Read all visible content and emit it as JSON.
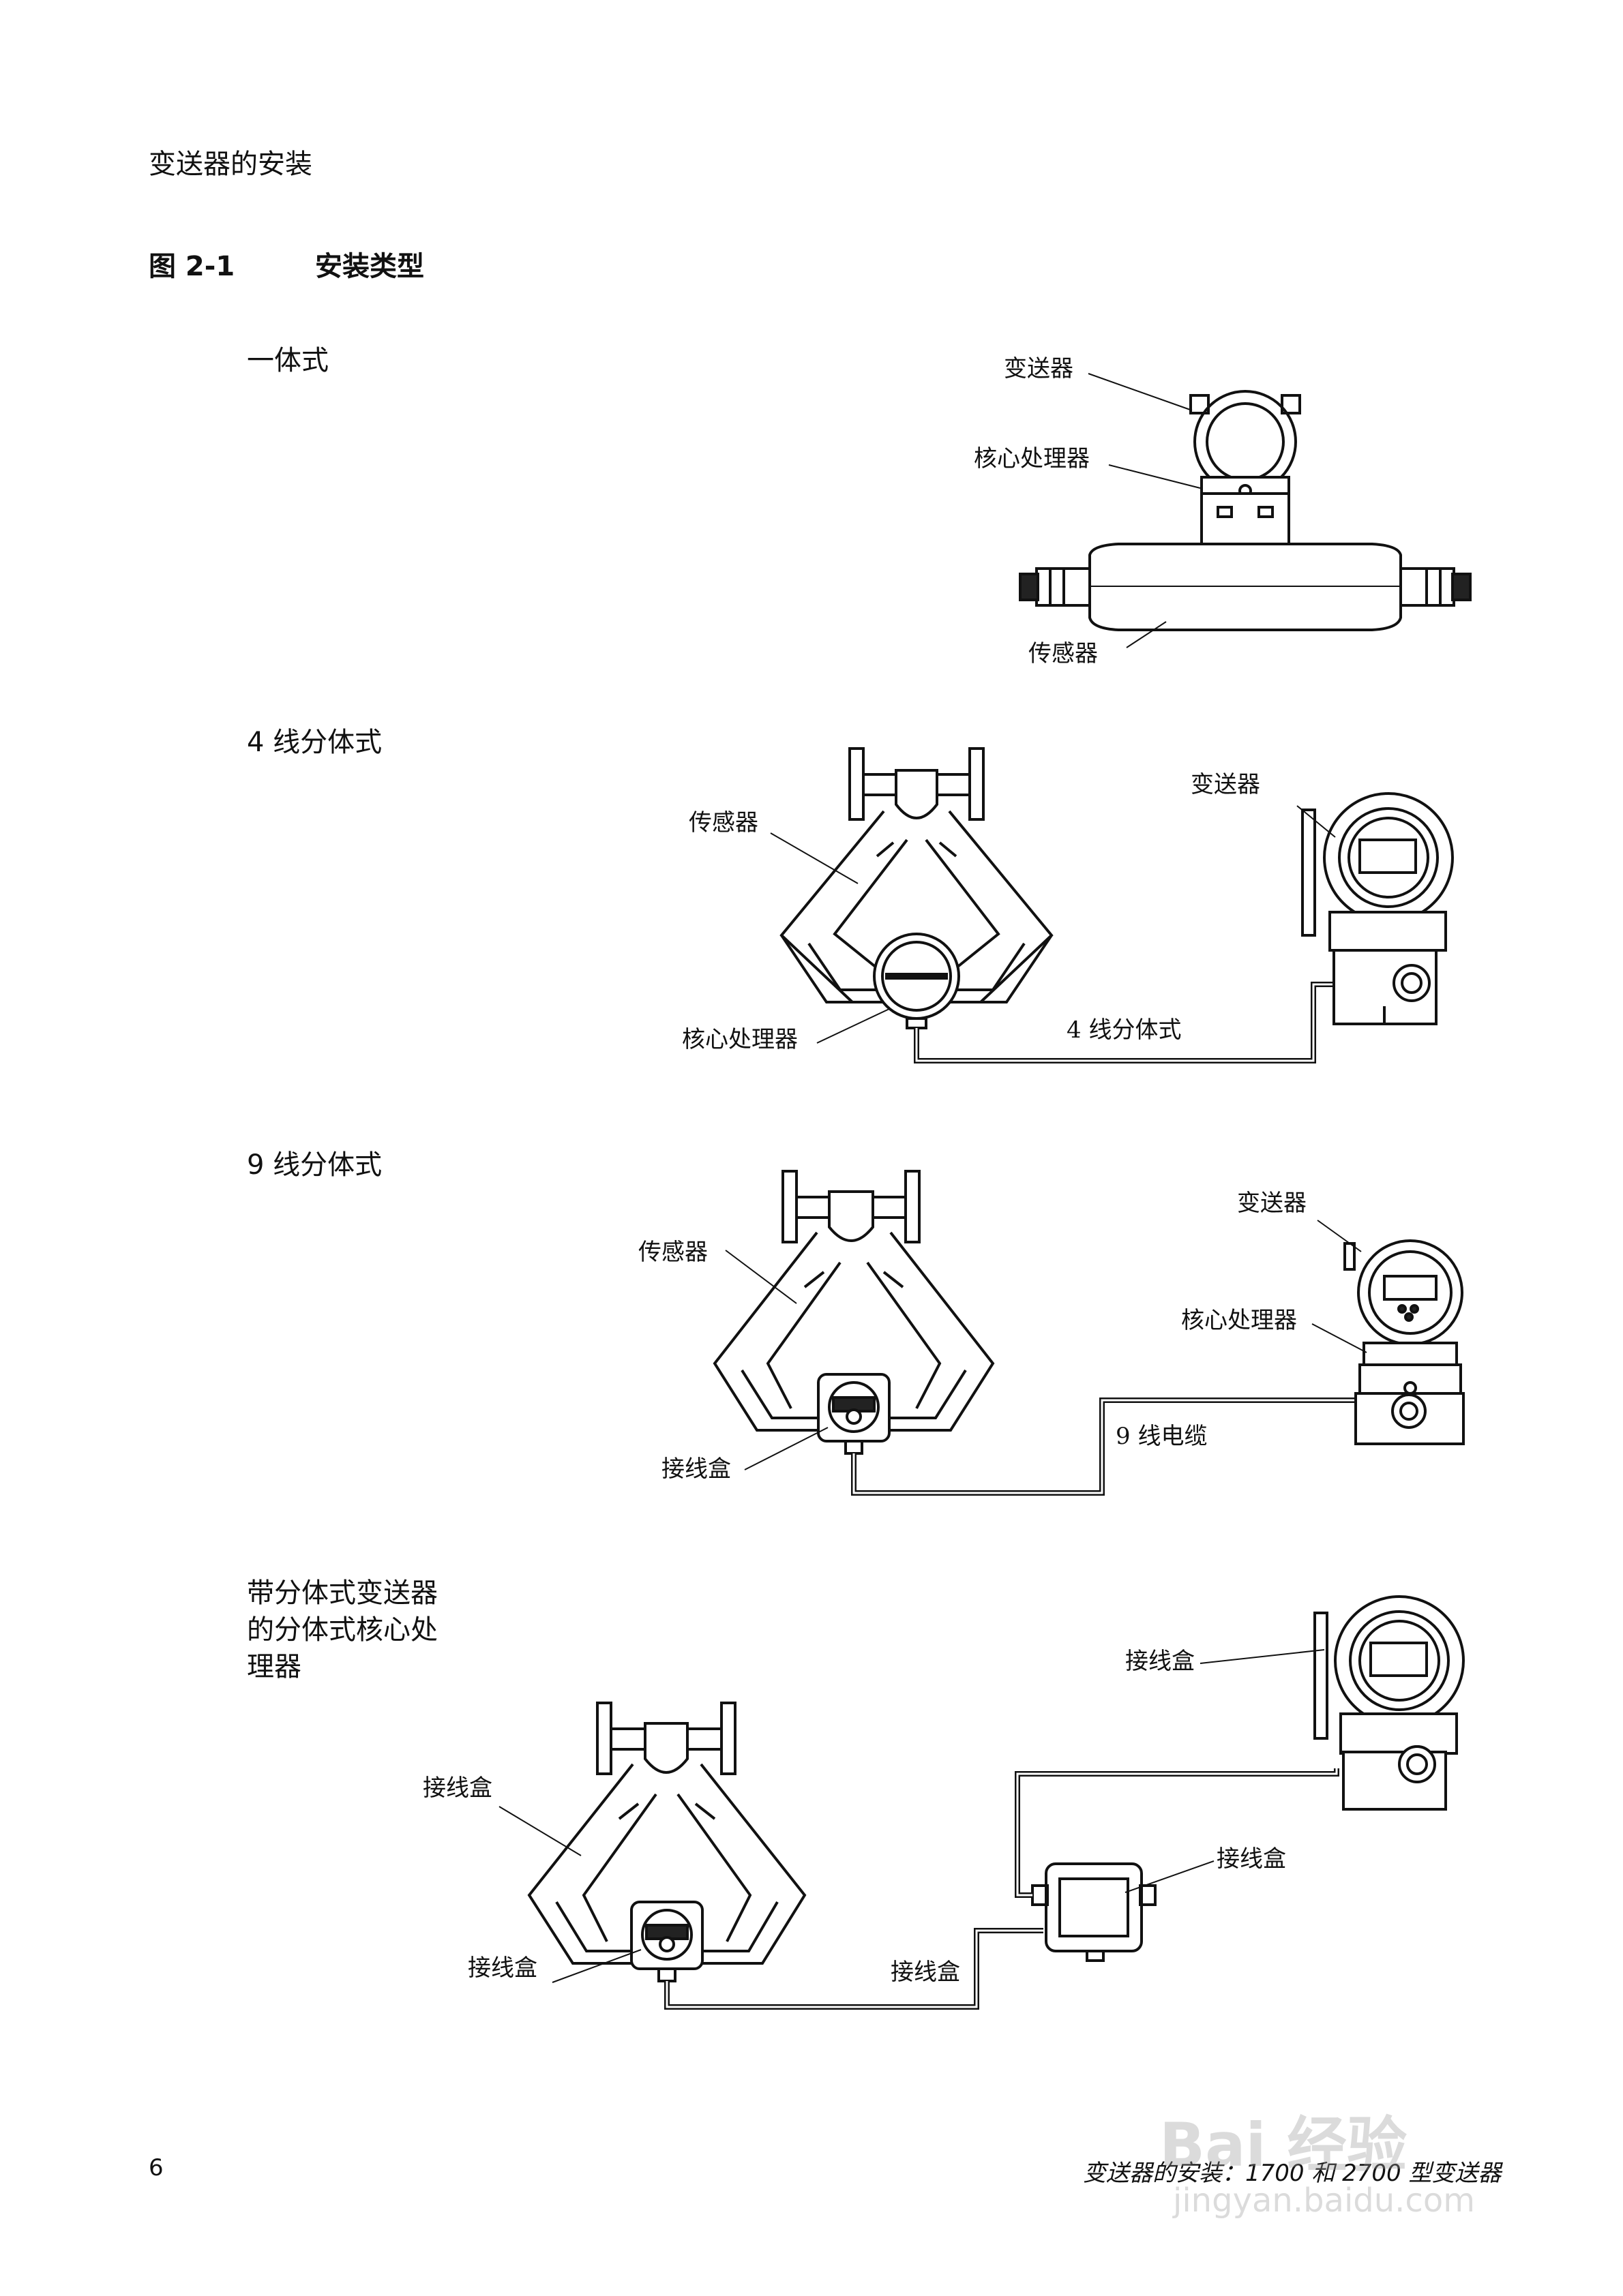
{
  "header": {
    "running_head": "变送器的安装"
  },
  "figure": {
    "number": "图 2-1",
    "title": "安装类型"
  },
  "sections": {
    "integral": {
      "title": "一体式",
      "labels": {
        "transmitter": "变送器",
        "core_processor": "核心处理器",
        "sensor": "传感器"
      }
    },
    "four_wire": {
      "title": "4 线分体式",
      "labels": {
        "sensor": "传感器",
        "transmitter": "变送器",
        "core_processor": "核心处理器",
        "cable": "4 线分体式"
      }
    },
    "nine_wire": {
      "title": "9 线分体式",
      "labels": {
        "sensor": "传感器",
        "transmitter": "变送器",
        "core_processor": "核心处理器",
        "junction_box": "接线盒",
        "cable": "9 线电缆"
      }
    },
    "remote_core": {
      "title_lines": [
        "带分体式变送器",
        "的分体式核心处",
        "理器"
      ],
      "labels": {
        "jbox_top": "接线盒",
        "jbox_sensor": "接线盒",
        "jbox_sensor_bottom": "接线盒",
        "jbox_core": "接线盒",
        "cable": "接线盒"
      }
    }
  },
  "footer": {
    "page_number": "6",
    "doc_title": "变送器的安装：1700 和 2700 型变送器"
  },
  "watermark": {
    "brand": "Bai 经验",
    "url": "jingyan.baidu.com"
  }
}
